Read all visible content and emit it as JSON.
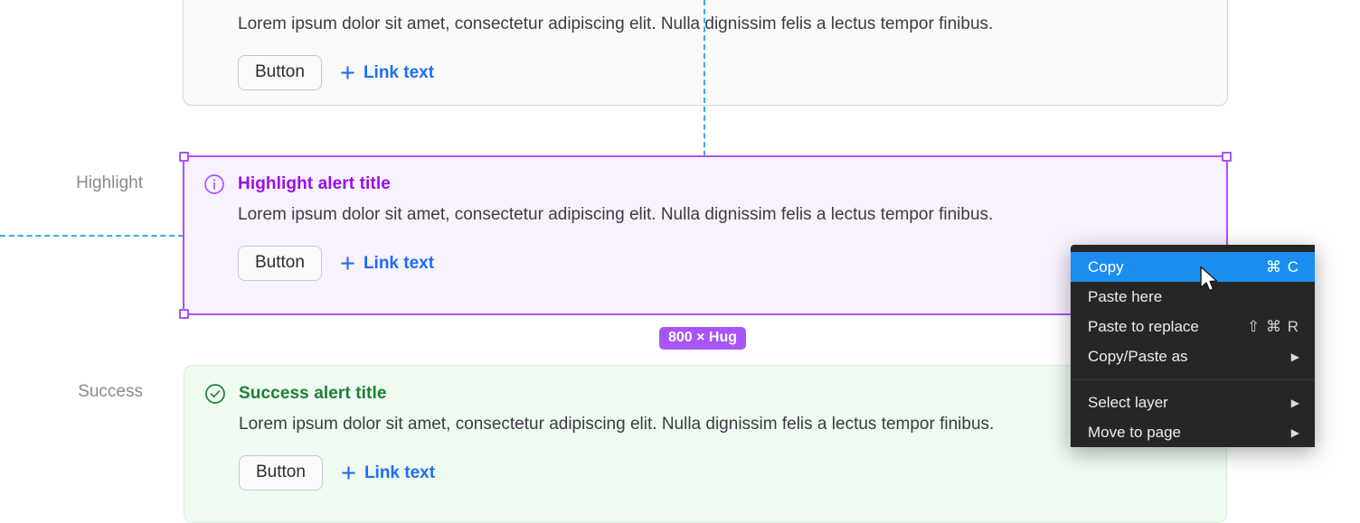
{
  "canvas": {
    "row_labels": {
      "highlight": "Highlight",
      "success": "Success"
    },
    "selection": {
      "size_badge": "800 × Hug",
      "accent_color": "#a855f7",
      "guide_color": "#3ba7f5"
    }
  },
  "alerts": [
    {
      "variant": "neutral",
      "icon": "info-circle-icon",
      "title": "",
      "body": "Lorem ipsum dolor sit amet, consectetur adipiscing elit. Nulla dignissim felis a lectus tempor finibus.",
      "button_label": "Button",
      "link_label": "Link text",
      "bg_color": "#fafafa",
      "title_color": "#3c3c41"
    },
    {
      "variant": "highlight",
      "icon": "info-circle-icon",
      "title": "Highlight alert title",
      "body": "Lorem ipsum dolor sit amet, consectetur adipiscing elit. Nulla dignissim felis a lectus tempor finibus.",
      "button_label": "Button",
      "link_label": "Link text",
      "bg_color": "#f8f1fe",
      "title_color": "#9810e8"
    },
    {
      "variant": "success",
      "icon": "check-circle-icon",
      "title": "Success alert title",
      "body": "Lorem ipsum dolor sit amet, consectetur adipiscing elit. Nulla dignissim felis a lectus tempor finibus.",
      "button_label": "Button",
      "link_label": "Link text",
      "bg_color": "#effaf1",
      "title_color": "#1d8038"
    }
  ],
  "context_menu": {
    "items": [
      {
        "label": "Copy",
        "shortcut": "⌘ C",
        "submenu": false,
        "highlighted": true
      },
      {
        "label": "Paste here",
        "shortcut": "",
        "submenu": false,
        "highlighted": false
      },
      {
        "label": "Paste to replace",
        "shortcut": "⇧ ⌘ R",
        "submenu": false,
        "highlighted": false
      },
      {
        "label": "Copy/Paste as",
        "shortcut": "",
        "submenu": true,
        "highlighted": false
      },
      {
        "label": "Select layer",
        "shortcut": "",
        "submenu": true,
        "highlighted": false
      },
      {
        "label": "Move to page",
        "shortcut": "",
        "submenu": true,
        "highlighted": false
      }
    ],
    "separator_after_index": 3,
    "highlight_color": "#1b8df0",
    "background_color": "#262626"
  }
}
